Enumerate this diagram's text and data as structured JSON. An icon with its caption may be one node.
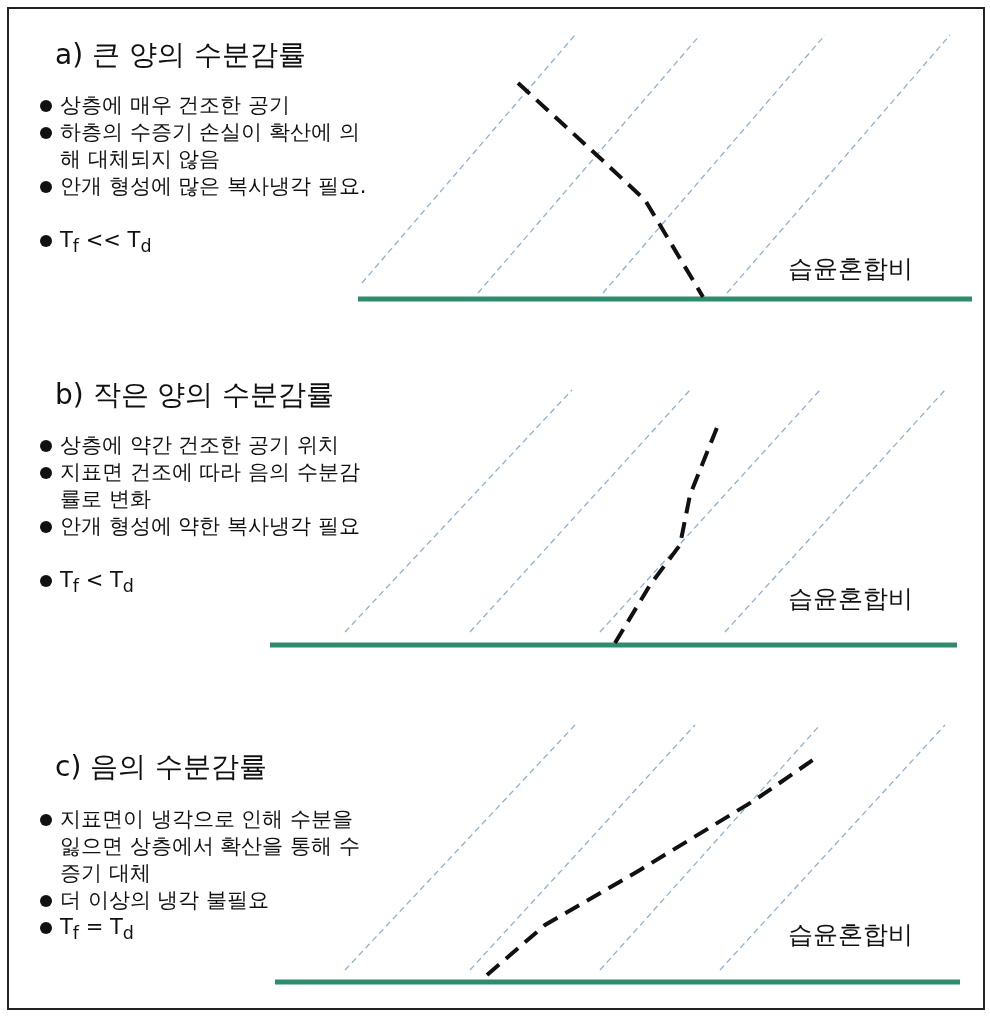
{
  "diagram": {
    "labels": [
      "a) 큰 양의 수분감률",
      "상층에 매우 건조한 공기",
      "하층의 수증기 손실이 확산에 의해 대체되지 않음",
      "안개 형성에 많은 복사냉각 필요.",
      "T$_{f}$ << T$_{d}$",
      "습윤혼합비",
      "b) 작은 양의 수분감률",
      "상층에 약간 건조한 공기 위치",
      "지표면 건조에 따라 음의 수분감률로 변화",
      "안개 형성에 약한 복사냉각 필요",
      "T$_{f}$ < T$_{d}$",
      "습윤혼합비",
      "c) 음의 수분감률",
      "지표면이 냉각으로 인해 수분을 잃으면 상층에서 확산을 통해 수증기 대체",
      "더 이상의 냉각 불필요",
      "T$_{f}$ = T$_{d}$",
      "습윤혼합비"
    ]
  }
}
